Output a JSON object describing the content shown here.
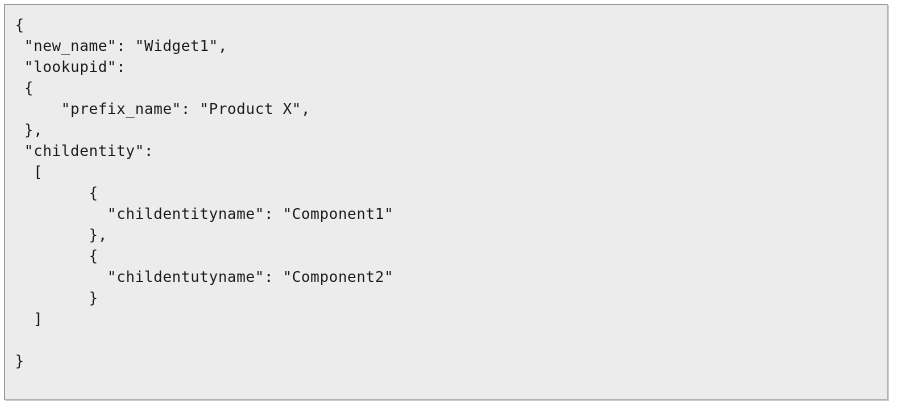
{
  "panel": {
    "name": "json-code-viewer",
    "background_color": "#ececec",
    "border_color": "#9a9a9a",
    "text_color": "#1b1b1b"
  },
  "code": {
    "language": "json",
    "lines": [
      "{",
      " \"new_name\": \"Widget1\",",
      " \"lookupid\":",
      " {",
      "     \"prefix_name\": \"Product X\",",
      " },",
      " \"childentity\":",
      "  [",
      "        {",
      "          \"childentityname\": \"Component1\"",
      "        },",
      "        {",
      "          \"childentutyname\": \"Component2\"",
      "        }",
      "  ]",
      "",
      "}"
    ]
  }
}
